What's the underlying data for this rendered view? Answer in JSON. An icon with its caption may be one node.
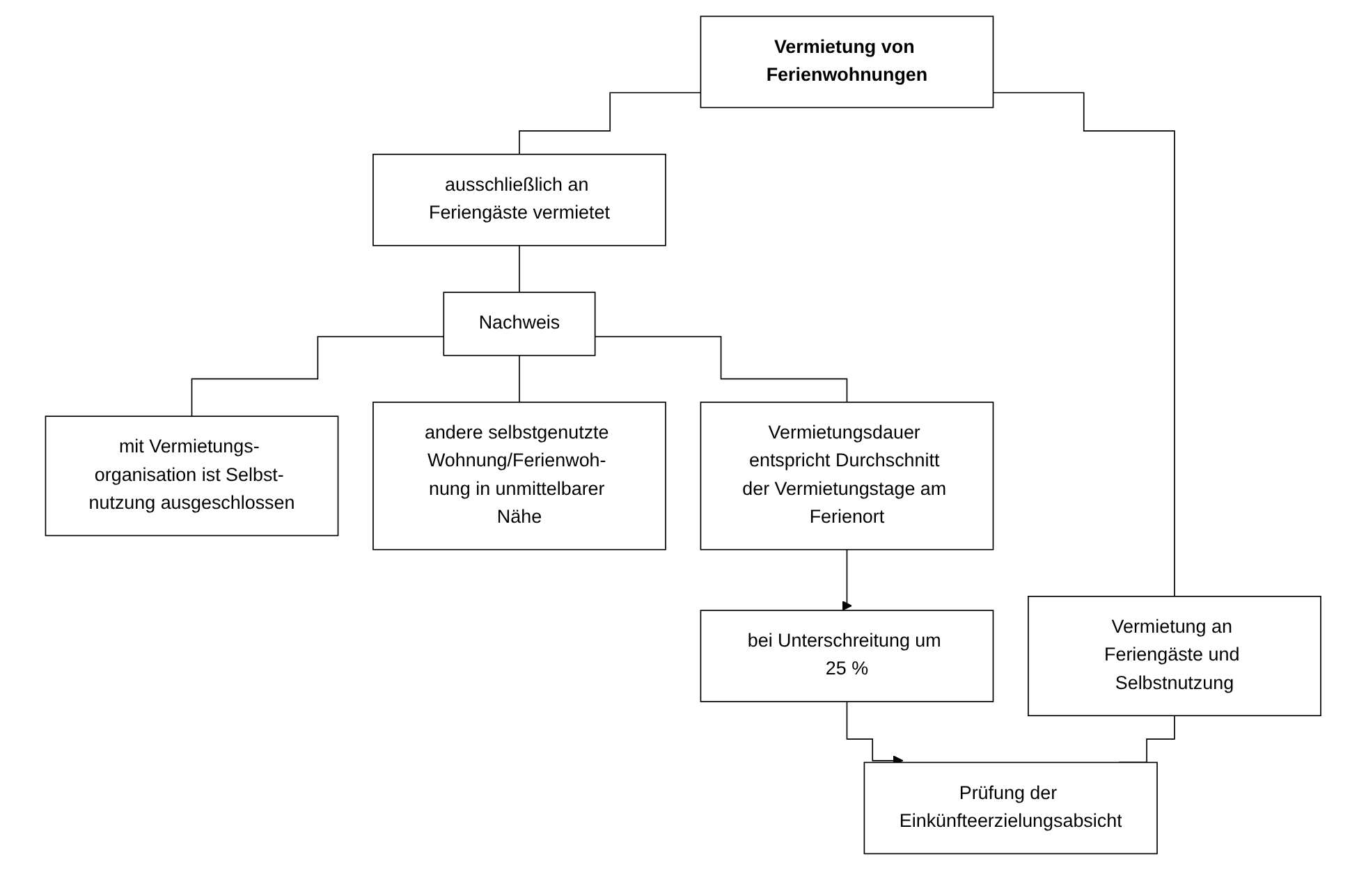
{
  "diagram": {
    "nodes": [
      {
        "text": [
          "Vermietung von Ferienwohnungen"
        ]
      },
      {
        "text": [
          "ausschließlich an Feriengäste vermietet"
        ]
      },
      {
        "text": [
          "Vermietung an Feriengäste und Selbstnutzung"
        ]
      },
      {
        "text": [
          "Nachweis"
        ]
      },
      {
        "text": [
          "Prüfung der Einkünfteerzielungsabsicht"
        ]
      },
      {
        "text": [
          "mit Vermietungs- organisation ist Selbst- nutzung ausgeschlossen"
        ]
      },
      {
        "text": [
          "andere selbstgenutzte Wohnung/Ferienwoh- nung in unmittelbarer Nähe"
        ]
      },
      {
        "text": [
          "Vermietungsdauer entspricht Durchschnitt der Vermietungstage am Ferienort"
        ]
      },
      {
        "text": [
          "bei Unterschreitung um 25 %"
        ]
      }
    ],
    "edges": [
      {
        "from": 0,
        "to": 1,
        "arrow": "none"
      },
      {
        "from": 0,
        "to": 2,
        "arrow": "none"
      },
      {
        "from": 1,
        "to": 3,
        "arrow": "none"
      },
      {
        "from": 2,
        "to": 4,
        "arrow": "none"
      },
      {
        "from": 3,
        "to": 5,
        "arrow": "none"
      },
      {
        "from": 3,
        "to": 6,
        "arrow": "none"
      },
      {
        "from": 3,
        "to": 7,
        "arrow": "none"
      },
      {
        "from": 7,
        "to": 8,
        "arrow": "to"
      },
      {
        "from": 8,
        "to": 4,
        "arrow": "to"
      }
    ]
  }
}
